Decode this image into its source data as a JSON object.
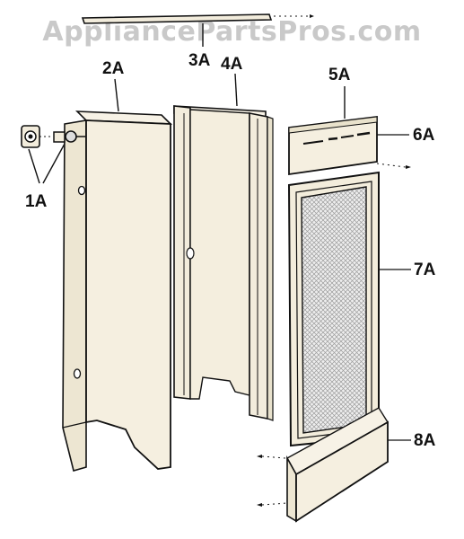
{
  "watermark": "AppliancePartsPros.com",
  "parts": {
    "p1A": "1A",
    "p2A": "2A",
    "p3A": "3A",
    "p4A": "4A",
    "p5A": "5A",
    "p6A": "6A",
    "p7A": "7A",
    "p8A": "8A"
  },
  "colors": {
    "line": "#111111",
    "panel": "#f2ecdc",
    "screen": "#dcdcdc",
    "watermark": "#c9c9c9"
  }
}
